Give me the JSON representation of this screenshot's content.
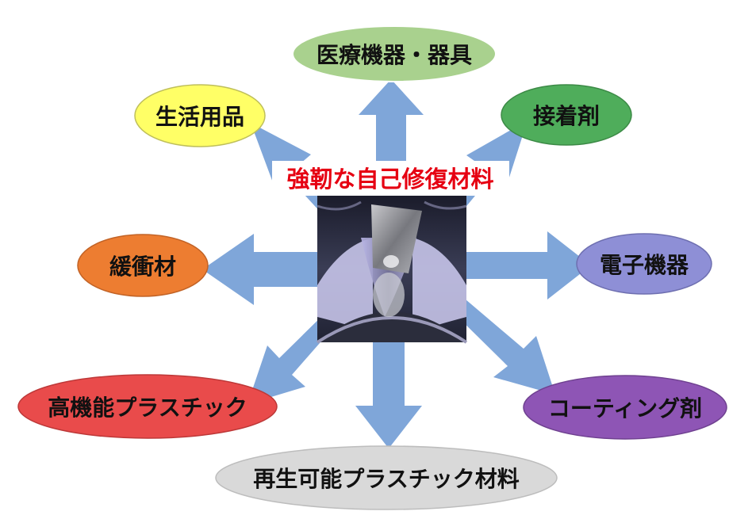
{
  "center": {
    "title": "強靭な自己修復材料",
    "title_color": "#e60012",
    "image": "photo-of-bent-transparent-self-healing-film-with-metal-plate"
  },
  "applications": [
    {
      "key": "medical",
      "label": "医療機器・器具",
      "color": "#a9d18e"
    },
    {
      "key": "daily",
      "label": "生活用品",
      "color": "#ffff66"
    },
    {
      "key": "adhesive",
      "label": "接着剤",
      "color": "#4fad5b"
    },
    {
      "key": "cushion",
      "label": "緩衝材",
      "color": "#ed7d31"
    },
    {
      "key": "electronics",
      "label": "電子機器",
      "color": "#8e8fd6"
    },
    {
      "key": "high-performance-plastic",
      "label": "高機能プラスチック",
      "color": "#e94b4b"
    },
    {
      "key": "coating",
      "label": "コーティング剤",
      "color": "#8e55b5"
    },
    {
      "key": "recyclable-plastic",
      "label": "再生可能プラスチック材料",
      "color": "#d9d9d9"
    }
  ],
  "arrow_color": "#7fa6d9"
}
